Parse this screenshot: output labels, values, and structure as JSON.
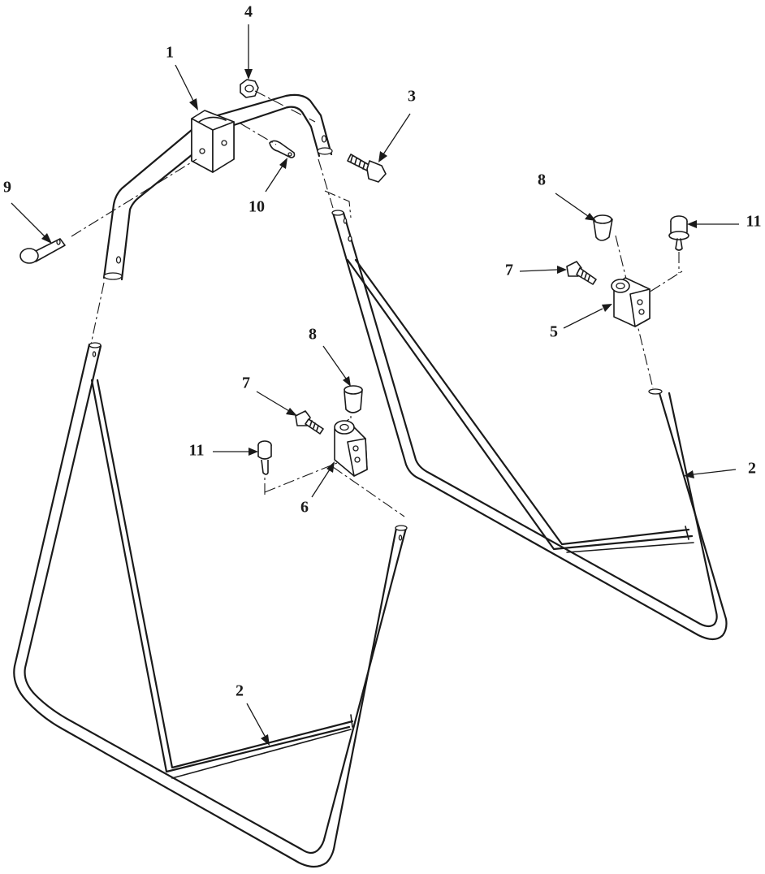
{
  "diagram": {
    "callouts": {
      "c1": "1",
      "c2a": "2",
      "c2b": "2",
      "c3": "3",
      "c4": "4",
      "c5": "5",
      "c6": "6",
      "c7a": "7",
      "c7b": "7",
      "c8a": "8",
      "c8b": "8",
      "c9": "9",
      "c10": "10",
      "c11a": "11",
      "c11b": "11"
    }
  }
}
